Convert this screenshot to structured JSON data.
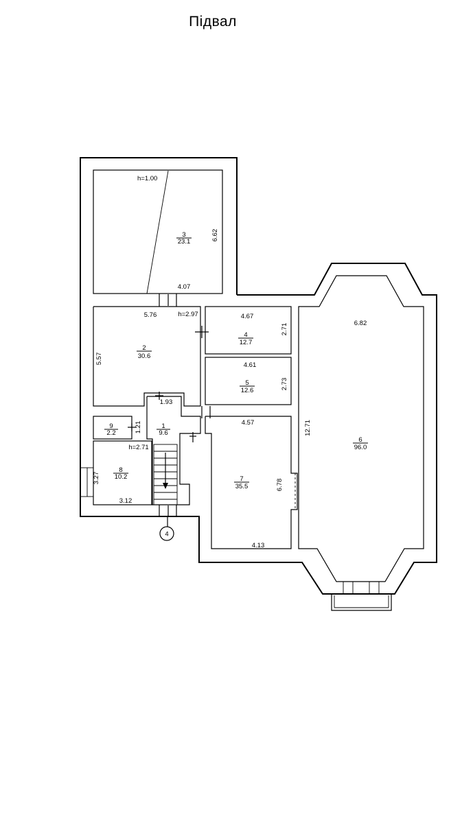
{
  "title": "Підвал",
  "rooms": [
    {
      "id": "room-1",
      "number": "1",
      "area": "9.6"
    },
    {
      "id": "room-2",
      "number": "2",
      "area": "30.6"
    },
    {
      "id": "room-3",
      "number": "3",
      "area": "23.1"
    },
    {
      "id": "room-4",
      "number": "4",
      "area": "12.7"
    },
    {
      "id": "room-5",
      "number": "5",
      "area": "12.6"
    },
    {
      "id": "room-6",
      "number": "6",
      "area": "96.0"
    },
    {
      "id": "room-7",
      "number": "7",
      "area": "35.5"
    },
    {
      "id": "room-8",
      "number": "8",
      "area": "10.2"
    },
    {
      "id": "room-9",
      "number": "9",
      "area": "2.2"
    }
  ],
  "dimensions": {
    "r3_width": "4.07",
    "r3_height": "6.62",
    "r3_ceiling": "h=1.00",
    "r2_width": "5.76",
    "r2_height": "5.57",
    "r2_ceiling": "h=2.97",
    "r4_width": "4.67",
    "r4_height": "2.71",
    "r5_width": "4.61",
    "r5_height": "2.73",
    "r1_width": "1.93",
    "r9_height": "1.21",
    "r8_ceiling": "h=2.71",
    "r8_height": "3.27",
    "r8_width": "3.12",
    "r7_width_top": "4.57",
    "r7_height": "6.78",
    "r7_width_bottom": "4.13",
    "r6_width": "6.82",
    "r6_height": "12.71"
  },
  "entrance_marker": "4"
}
